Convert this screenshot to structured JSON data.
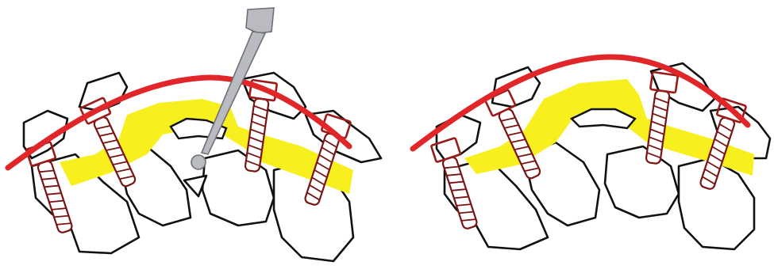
{
  "figure": {
    "panels": [
      {
        "id": "before",
        "description_key": "panel-left"
      },
      {
        "id": "after",
        "description_key": "panel-right"
      }
    ],
    "colors": {
      "rod": "#e1262a",
      "cord": "#f7ef1e",
      "screw": "#7a1414",
      "bone_outline": "#111111",
      "instrument": "#b9bbc0"
    },
    "icons": [
      "spinal-rod",
      "pedicle-screw",
      "vertebra",
      "spinal-cord",
      "surgical-probe"
    ]
  }
}
